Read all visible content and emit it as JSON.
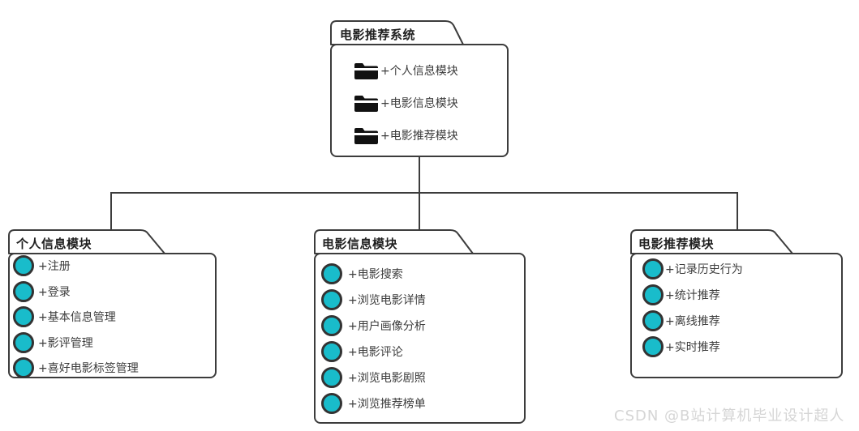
{
  "diagram": {
    "root": {
      "title": "电影推荐系统",
      "items": [
        "+个人信息模块",
        "+电影信息模块",
        "+电影推荐模块"
      ]
    },
    "children": [
      {
        "title": "个人信息模块",
        "items": [
          "+注册",
          "+登录",
          "+基本信息管理",
          "+影评管理",
          "+喜好电影标签管理"
        ]
      },
      {
        "title": "电影信息模块",
        "items": [
          "+电影搜索",
          "+浏览电影详情",
          "+用户画像分析",
          "+电影评论",
          "+浏览电影剧照",
          "+浏览推荐榜单"
        ]
      },
      {
        "title": "电影推荐模块",
        "items": [
          "+记录历史行为",
          "+统计推荐",
          "+离线推荐",
          "+实时推荐"
        ]
      }
    ]
  },
  "icons": {
    "root_item_icon": "folder-icon",
    "child_item_icon": "circle-icon"
  },
  "colors": {
    "outline": "#3c3c3c",
    "accent_cyan": "#19bccb",
    "folder_black": "#111111",
    "watermark_gray": "#d5d5d5"
  },
  "watermark": "CSDN @B站计算机毕业设计超人"
}
